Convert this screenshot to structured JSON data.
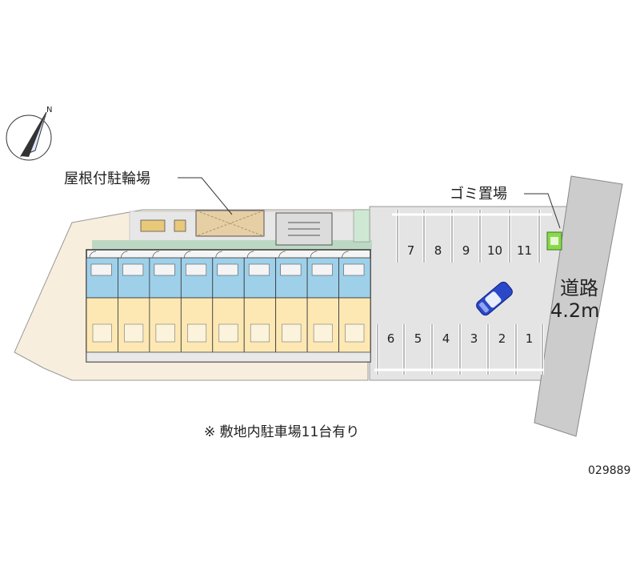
{
  "labels": {
    "bicycle_parking": "屋根付駐輪場",
    "garbage": "ゴミ置場",
    "road_name": "道路",
    "road_width": "4.2m",
    "note": "※ 敷地内駐車場11台有り",
    "code": "029889",
    "north": "N"
  },
  "parking": {
    "top_row": [
      "7",
      "8",
      "9",
      "10",
      "11"
    ],
    "bottom_row": [
      "6",
      "5",
      "4",
      "3",
      "2",
      "1"
    ]
  },
  "colors": {
    "grass": "#f8eedd",
    "pavement": "#e4e4e4",
    "road": "#cccccc",
    "building_rooms": "#fde8b3",
    "building_wet": "#9fd0ea",
    "bike_roof": "#e6cfa5",
    "car": "#2a48c8",
    "garbage_box": "#8ad94c"
  }
}
